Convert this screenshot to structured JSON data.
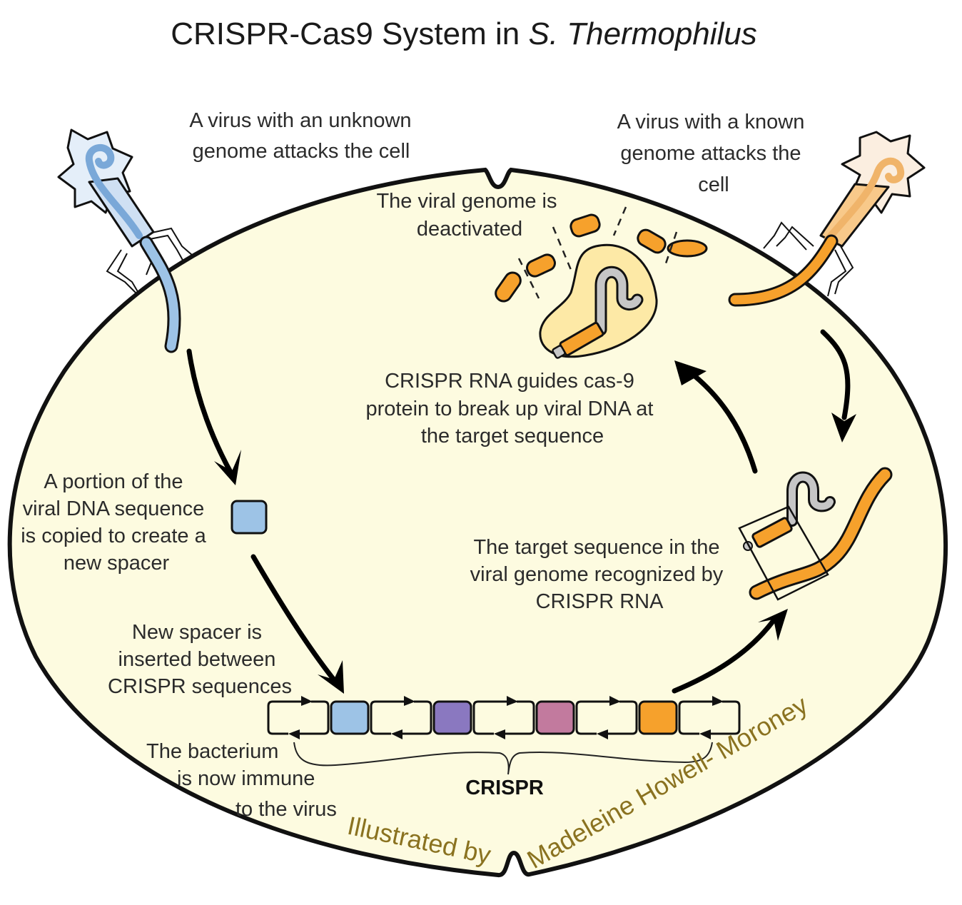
{
  "title": {
    "prefix": "CRISPR-Cas9 System in ",
    "italic": "S. Thermophilus"
  },
  "labels": {
    "unknown_virus": [
      "A virus with an unknown",
      "genome attacks the cell"
    ],
    "known_virus": [
      "A virus with a known",
      "genome attacks the",
      "cell"
    ],
    "genome_deactivated": [
      "The viral genome is",
      "deactivated"
    ],
    "crispr_rna_guides": [
      "CRISPR RNA guides cas-9",
      "protein to break up viral DNA at",
      "the target sequence"
    ],
    "portion_copied": [
      "A portion of the",
      "viral DNA sequence",
      "is copied to create a",
      "new spacer"
    ],
    "target_recognized": [
      "The target sequence in the",
      "viral genome recognized by",
      "CRISPR RNA"
    ],
    "spacer_inserted": [
      "New spacer is",
      "inserted between",
      "CRISPR sequences"
    ],
    "bacterium_immune": [
      "The bacterium",
      "is now immune",
      "to the virus"
    ],
    "crispr_brace": "CRISPR"
  },
  "credit": {
    "left": "Illustrated by",
    "right": "Madeleine  Howell- Moroney"
  },
  "colors": {
    "cell_fill": "#fdfbe0",
    "unknown_virus": "#9dc3e6",
    "unknown_virus_head": "#e4eef9",
    "known_virus": "#f6a12c",
    "known_virus_head": "#fbeee0",
    "known_virus_neck": "#f8c98a",
    "cas9_fill": "#fde9a6",
    "crispr_rna": "#c6c6c6",
    "spacer_blue": "#9dc3e6",
    "spacer_purple": "#8a78c0",
    "spacer_pink": "#c27a9e",
    "spacer_orange": "#f6a12c",
    "credit_text": "#8a7220"
  },
  "crispr_array": {
    "spacers": [
      "blue",
      "purple",
      "pink",
      "orange"
    ],
    "repeat_count": 5
  }
}
